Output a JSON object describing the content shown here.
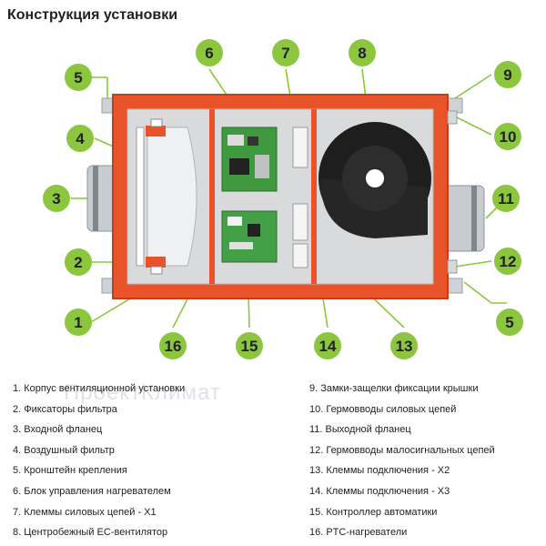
{
  "title": "Конструкция установки",
  "watermark": "ПроектКлимат",
  "markers": [
    "1",
    "2",
    "3",
    "4",
    "5",
    "5",
    "6",
    "7",
    "8",
    "9",
    "10",
    "11",
    "12",
    "13",
    "14",
    "15",
    "16"
  ],
  "legend_left": [
    "1. Корпус вентиляционной установки",
    "2. Фиксаторы фильтра",
    "3. Входной фланец",
    "4. Воздушный фильтр",
    "5. Кронштейн крепления",
    "6. Блок управления нагревателем",
    "7. Клеммы силовых цепей - X1",
    "8. Центробежный ЕС-вентилятор"
  ],
  "legend_right": [
    "9. Замки-защелки фиксации крышки",
    "10. Гермовводы силовых цепей",
    "11. Выходной фланец",
    "12. Гермовводы малосигнальных цепей",
    "13. Клеммы подключения - Х2",
    "14. Клеммы подключения - Х3",
    "15. Контроллер автоматики",
    "16. PTC-нагреватели"
  ],
  "colors": {
    "marker": "#8cc63f",
    "casing": "#e8532a",
    "panel": "#d9dadb",
    "board": "#43a047",
    "fan": "#1e1e1e"
  }
}
